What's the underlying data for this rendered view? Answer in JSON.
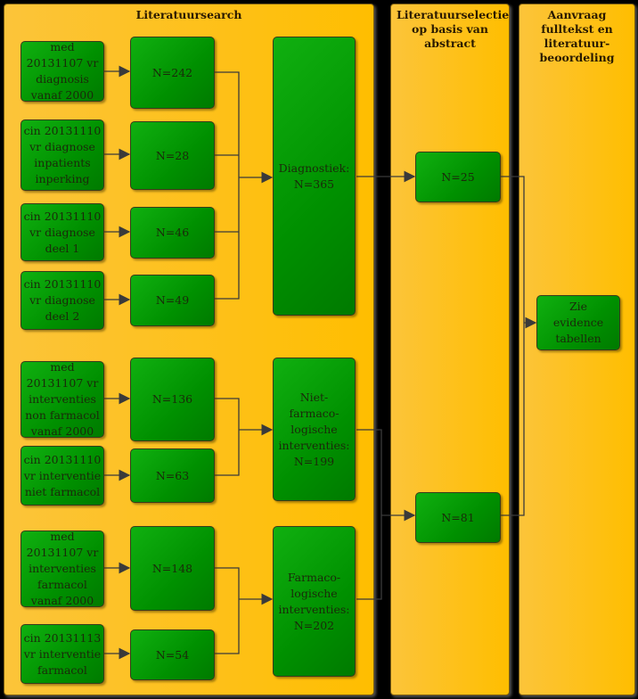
{
  "columns": [
    {
      "title": "Literatuursearch"
    },
    {
      "title": "Literatuurselectie op basis van abstract"
    },
    {
      "title": "Aanvraag fulltekst en literatuur-beoordeling"
    }
  ],
  "sources": [
    "med 20131107 vr diagnosis vanaf 2000",
    "cin 20131110 vr diagnose inpatients inperking",
    "cin 20131110 vr diagnose deel 1",
    "cin 20131110 vr diagnose deel 2",
    "med 20131107 vr interventies non farmacol vanaf 2000",
    "cin 20131110 vr interventie niet farmacol",
    "med 20131107 vr interventies farmacol vanaf 2000",
    "cin 20131113 vr interventie farmacol"
  ],
  "counts": [
    "N=242",
    "N=28",
    "N=46",
    "N=49",
    "N=136",
    "N=63",
    "N=148",
    "N=54"
  ],
  "groups": [
    "Diagnostiek: N=365",
    "Niet-farmaco-logische interventies: N=199",
    "Farmaco-logische interventies: N=202"
  ],
  "selection": [
    "N=25",
    "N=81"
  ],
  "result": "Zie evidence tabellen"
}
